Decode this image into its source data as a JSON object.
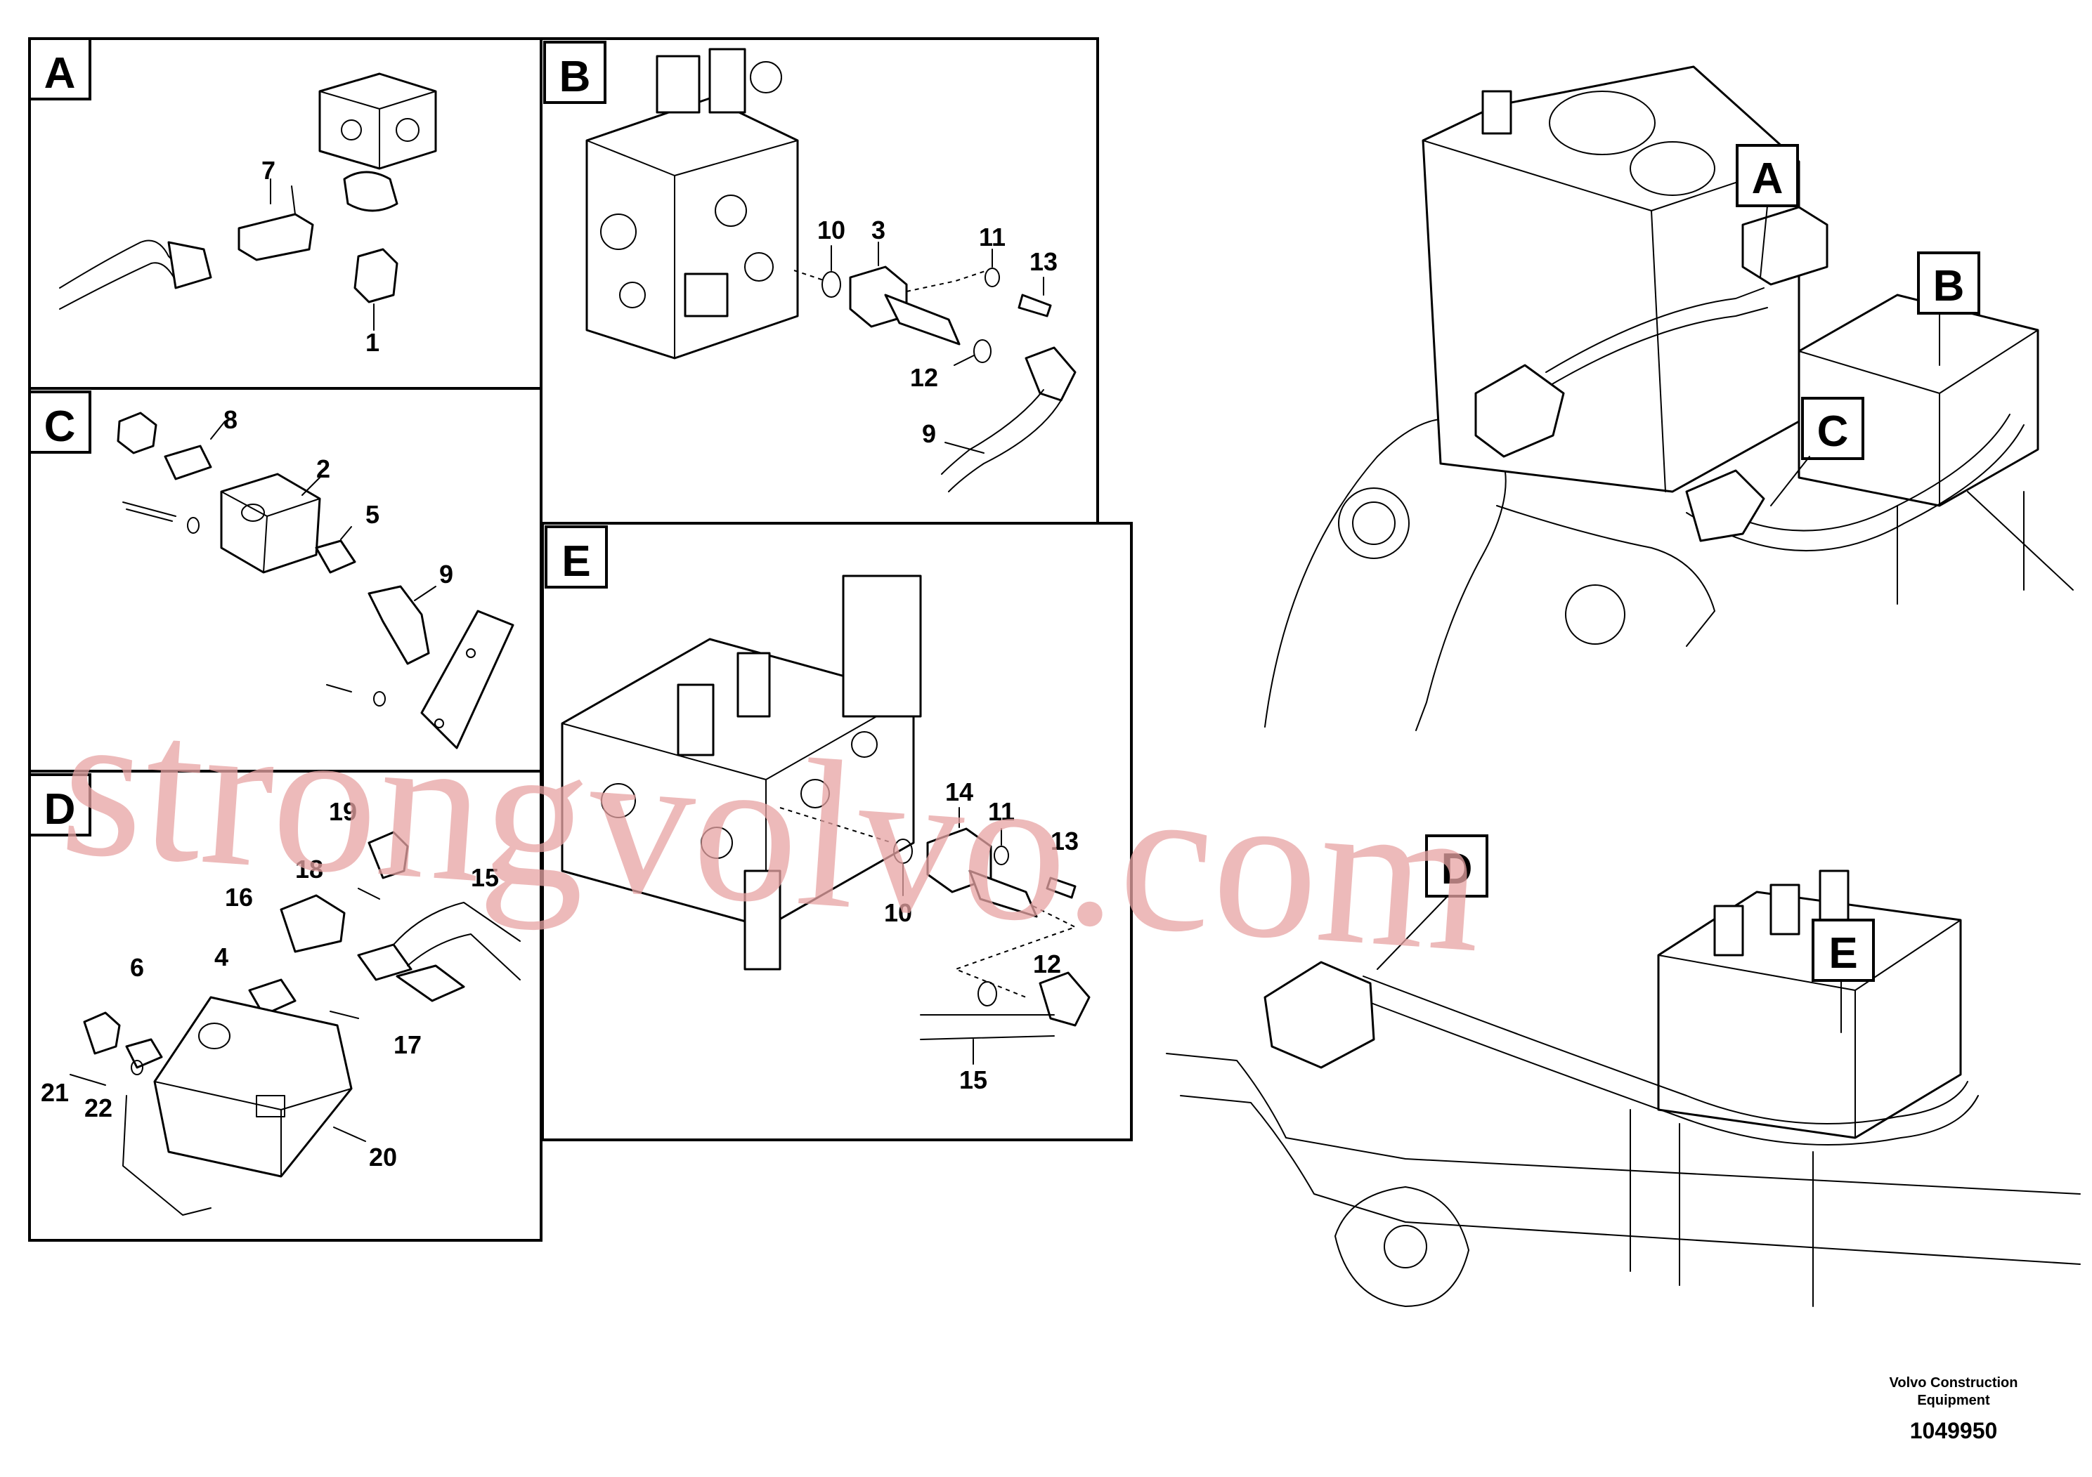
{
  "views": {
    "A": "A",
    "B": "B",
    "C": "C",
    "D": "D",
    "E": "E"
  },
  "callouts": {
    "A": [
      "7",
      "1"
    ],
    "B": [
      "10",
      "3",
      "11",
      "13",
      "12",
      "9"
    ],
    "C": [
      "8",
      "2",
      "5",
      "9"
    ],
    "D": [
      "19",
      "18",
      "15",
      "16",
      "6",
      "4",
      "17",
      "21",
      "22",
      "20"
    ],
    "E": [
      "14",
      "11",
      "13",
      "10",
      "12",
      "15"
    ]
  },
  "overview_labels": {
    "top": [
      "A",
      "B",
      "C"
    ],
    "bottom": [
      "D",
      "E"
    ]
  },
  "watermark": "strongvolvo.com",
  "footer": {
    "company_line1": "Volvo Construction",
    "company_line2": "Equipment",
    "drawing_number": "1049950"
  }
}
